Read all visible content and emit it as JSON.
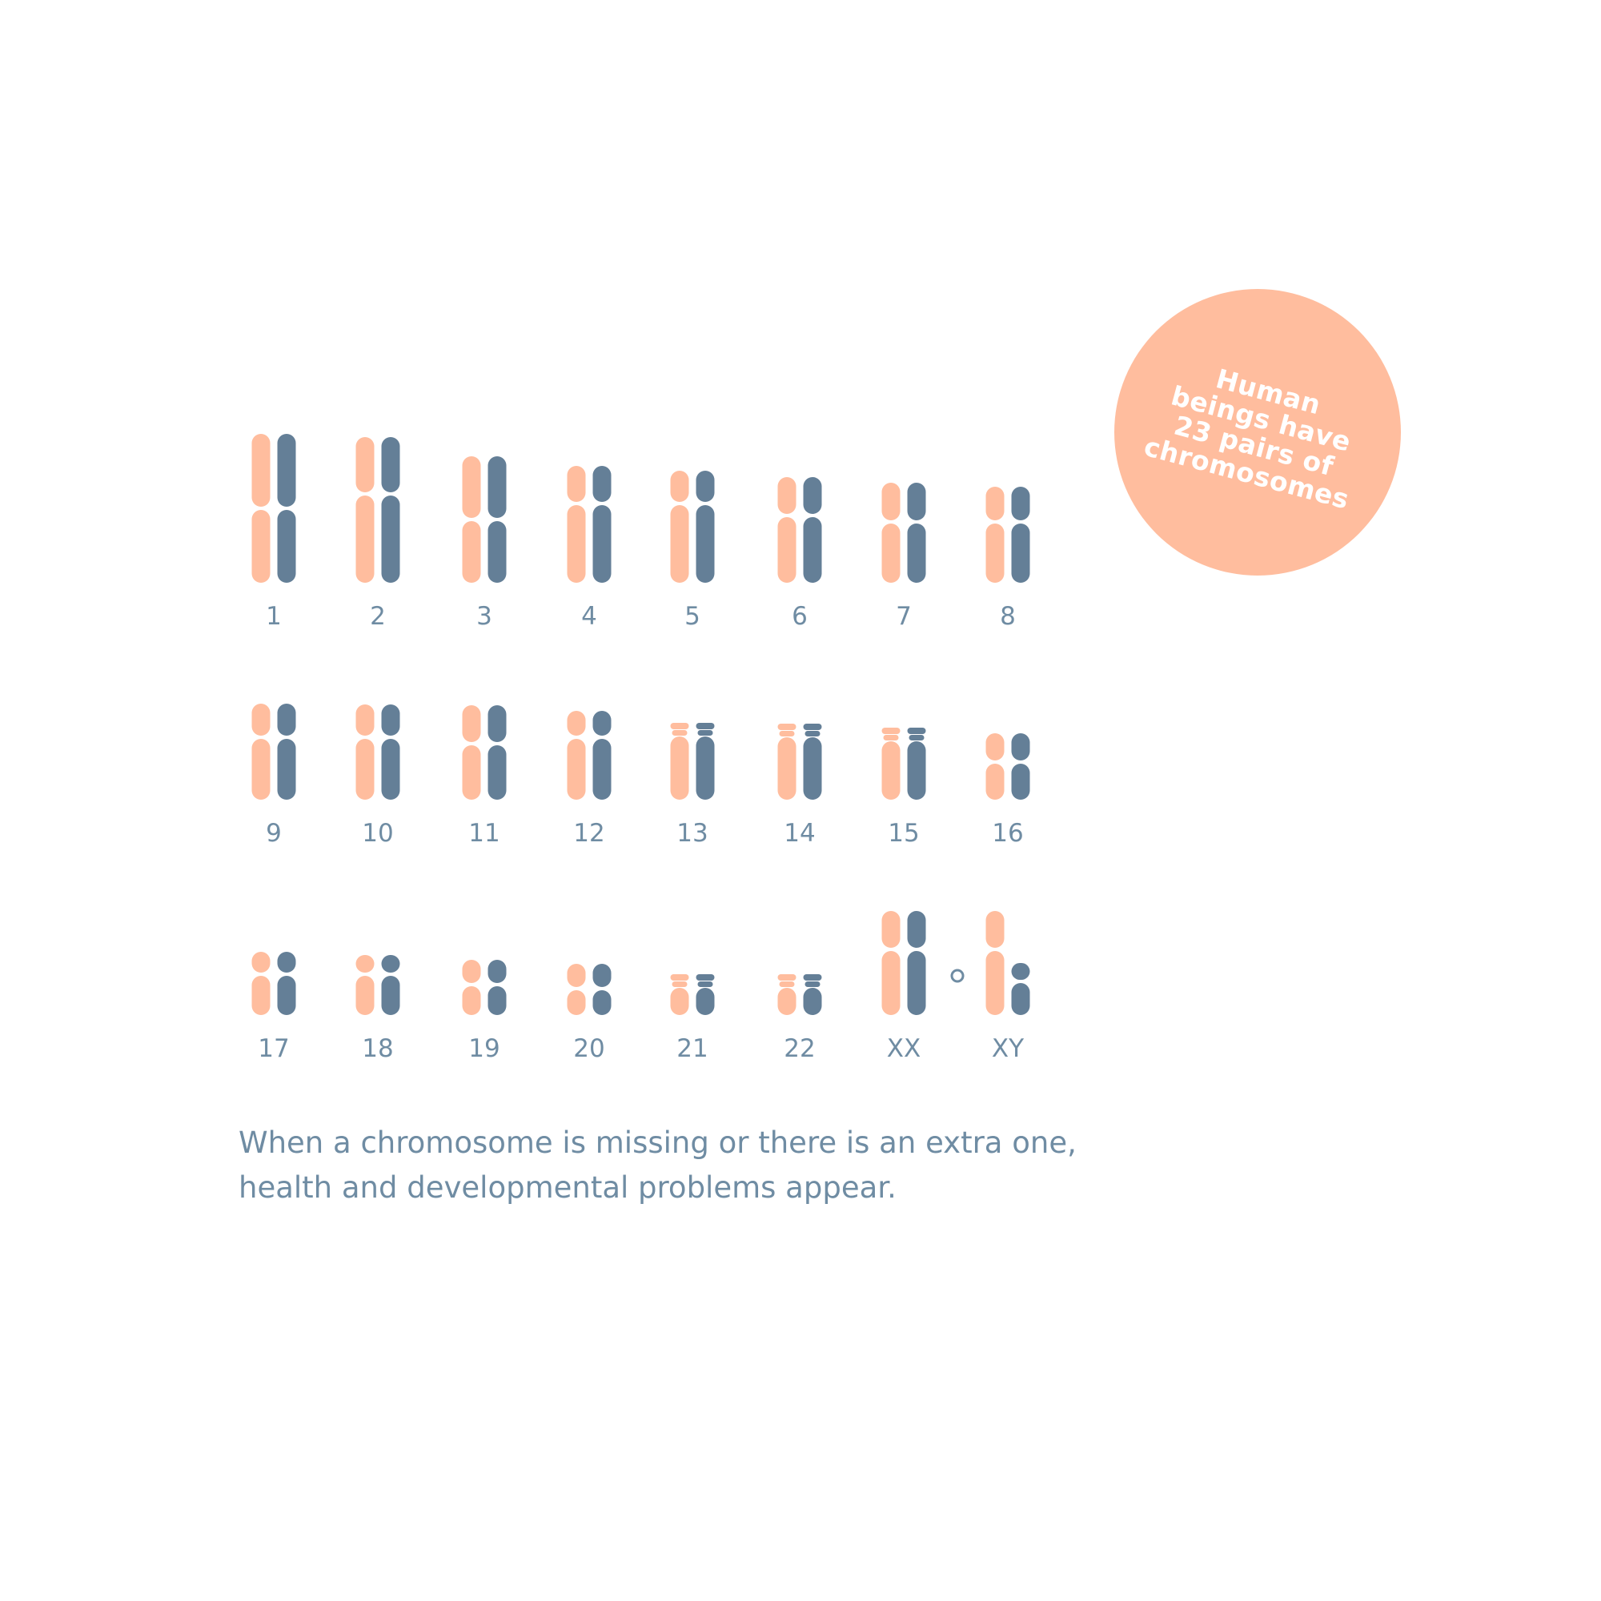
{
  "colors": {
    "maternal": "#ffbd9e",
    "paternal": "#647f97",
    "label": "#6f8ca3",
    "badge": "#ffbd9e"
  },
  "pairs": [
    "1",
    "2",
    "3",
    "4",
    "5",
    "6",
    "7",
    "8",
    "9",
    "10",
    "11",
    "12",
    "13",
    "14",
    "15",
    "16",
    "17",
    "18",
    "19",
    "20",
    "21",
    "22",
    "XX",
    "XY"
  ],
  "badge": {
    "text": "Human beings have 23 pairs of chromosomes"
  },
  "caption": {
    "line1": "When a chromosome is missing or there is an extra one,",
    "line2": "health and developmental problems appear."
  }
}
